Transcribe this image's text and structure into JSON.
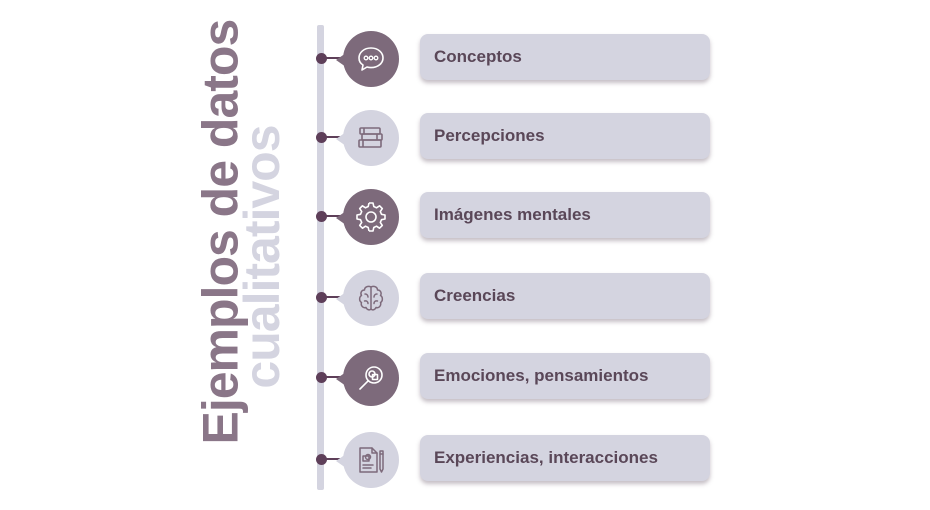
{
  "title": {
    "line1": "Ejemplos de datos",
    "line2": "cualitativos"
  },
  "colors": {
    "dark": "#7d6a7b",
    "light": "#d4d4e0",
    "accent": "#5e3f59"
  },
  "items": [
    {
      "label": "Conceptos",
      "icon": "speech-bubble-icon"
    },
    {
      "label": "Percepciones",
      "icon": "books-icon"
    },
    {
      "label": "Imágenes mentales",
      "icon": "gear-icon"
    },
    {
      "label": "Creencias",
      "icon": "brain-icon"
    },
    {
      "label": "Emociones, pensamientos",
      "icon": "magnifier-icon"
    },
    {
      "label": "Experiencias, interacciones",
      "icon": "document-pencil-icon"
    }
  ]
}
